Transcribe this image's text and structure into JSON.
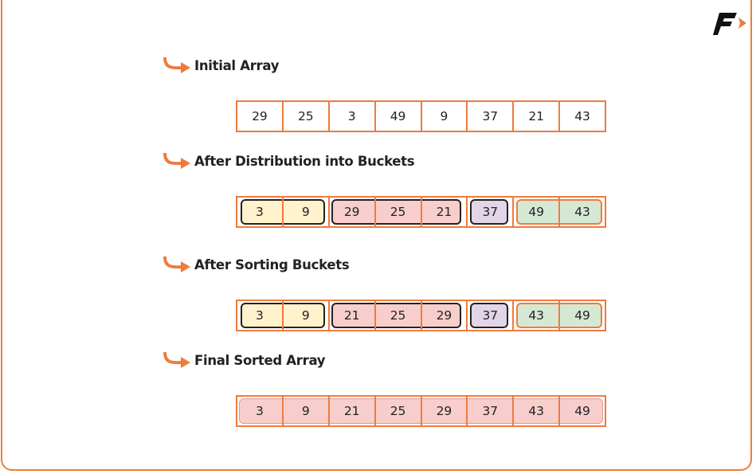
{
  "colors": {
    "accent": "#ef7b3e",
    "bucket_yellow": "#fff2cc",
    "bucket_red": "#f8cecc",
    "bucket_purple": "#e1d5e7",
    "bucket_green": "#d5e8d4"
  },
  "logo": {
    "icon": "brand-f-logo-icon"
  },
  "sections": [
    {
      "title": "Initial Array",
      "values": [
        "29",
        "25",
        "3",
        "49",
        "9",
        "37",
        "21",
        "43"
      ]
    },
    {
      "title": "After Distribution into Buckets",
      "values": [
        "3",
        "9",
        "29",
        "25",
        "21",
        "37",
        "49",
        "43"
      ],
      "buckets": [
        {
          "range": [
            0,
            1
          ],
          "color": "yellow"
        },
        {
          "range": [
            2,
            4
          ],
          "color": "red"
        },
        {
          "range": [
            5,
            5
          ],
          "color": "purple"
        },
        {
          "range": [
            6,
            7
          ],
          "color": "green"
        }
      ]
    },
    {
      "title": "After Sorting Buckets",
      "values": [
        "3",
        "9",
        "21",
        "25",
        "29",
        "37",
        "43",
        "49"
      ],
      "buckets": [
        {
          "range": [
            0,
            1
          ],
          "color": "yellow"
        },
        {
          "range": [
            2,
            4
          ],
          "color": "red"
        },
        {
          "range": [
            5,
            5
          ],
          "color": "purple"
        },
        {
          "range": [
            6,
            7
          ],
          "color": "green"
        }
      ]
    },
    {
      "title": "Final Sorted Array",
      "values": [
        "3",
        "9",
        "21",
        "25",
        "29",
        "37",
        "43",
        "49"
      ]
    }
  ]
}
